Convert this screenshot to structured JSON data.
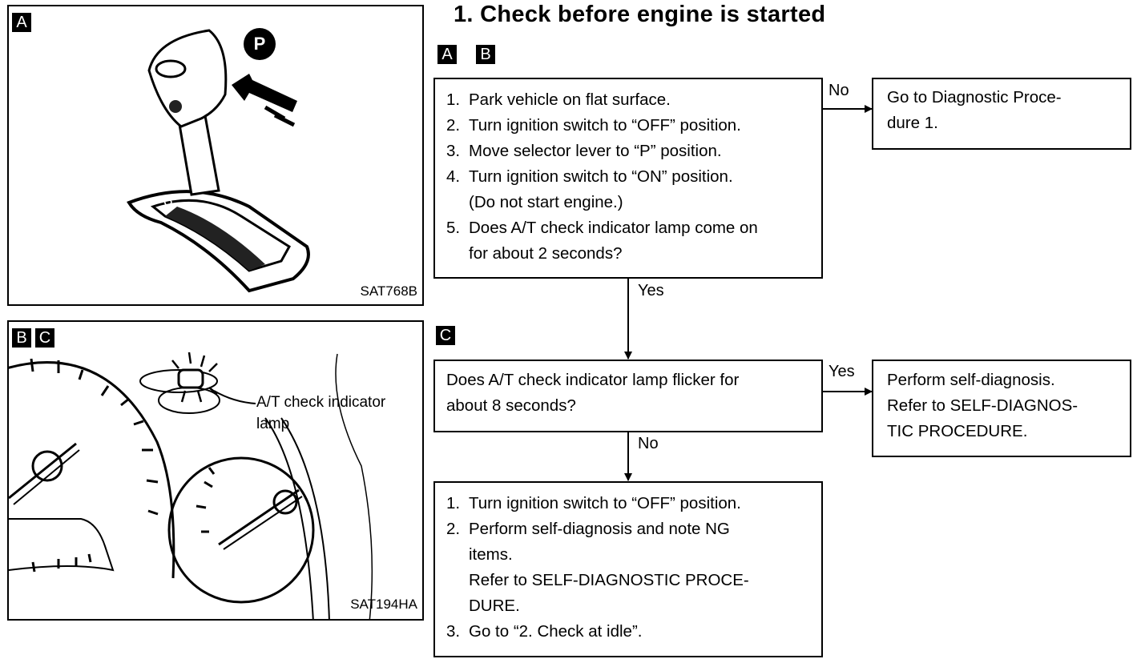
{
  "title": "1.   Check before engine is started",
  "figure_a": {
    "tag": "A",
    "code": "SAT768B",
    "shift_label": "P"
  },
  "figure_bc": {
    "tags": [
      "B",
      "C"
    ],
    "lamp_label_line1": "A/T check indicator",
    "lamp_label_line2": "lamp",
    "code": "SAT194HA"
  },
  "flow": {
    "tags_ab": [
      "A",
      "B"
    ],
    "tag_c": "C",
    "box1": {
      "items": [
        {
          "num": "1.",
          "text": "Park vehicle on flat surface."
        },
        {
          "num": "2.",
          "text": "Turn ignition switch to “OFF” position."
        },
        {
          "num": "3.",
          "text": "Move selector lever to “P” position."
        },
        {
          "num": "4.",
          "text": "Turn ignition switch to “ON” position.",
          "cont": "(Do not start engine.)"
        },
        {
          "num": "5.",
          "text": "Does A/T check indicator lamp come on",
          "cont": "for about 2 seconds?"
        }
      ]
    },
    "box_no1": {
      "line1": "Go to Diagnostic Proce-",
      "line2": "dure 1."
    },
    "box2": {
      "line1": "Does A/T check indicator lamp flicker for",
      "line2": "about 8 seconds?"
    },
    "box_yes2": {
      "line1": "Perform self-diagnosis.",
      "line2": "Refer to SELF-DIAGNOS-",
      "line3": "TIC PROCEDURE."
    },
    "box3": {
      "item1": {
        "num": "1.",
        "text": "Turn ignition switch to “OFF” position."
      },
      "item2": {
        "num": "2.",
        "text": "Perform self-diagnosis and note NG",
        "cont1": "items.",
        "cont2": "Refer to SELF-DIAGNOSTIC PROCE-",
        "cont3": "DURE."
      },
      "item3": {
        "num": "3.",
        "text": "Go to “2. Check at idle”."
      }
    },
    "labels": {
      "no_1": "No",
      "yes_1": "Yes",
      "yes_2": "Yes",
      "no_2": "No"
    }
  }
}
